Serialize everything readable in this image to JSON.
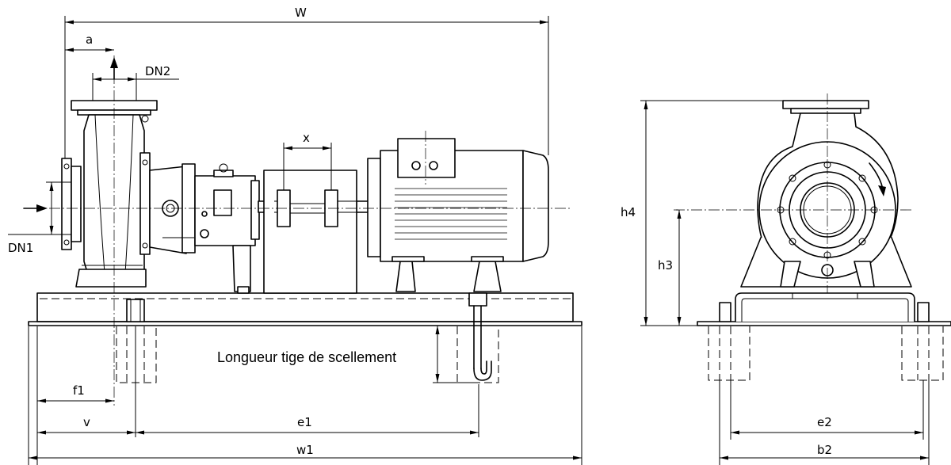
{
  "labels": {
    "W": "W",
    "a": "a",
    "DN2": "DN2",
    "x": "x",
    "DN1": "DN1",
    "f1": "f1",
    "v": "v",
    "e1": "e1",
    "w1": "w1",
    "h4": "h4",
    "h3": "h3",
    "e2": "e2",
    "b2": "b2"
  },
  "annotation": "Longueur tige de scellement"
}
